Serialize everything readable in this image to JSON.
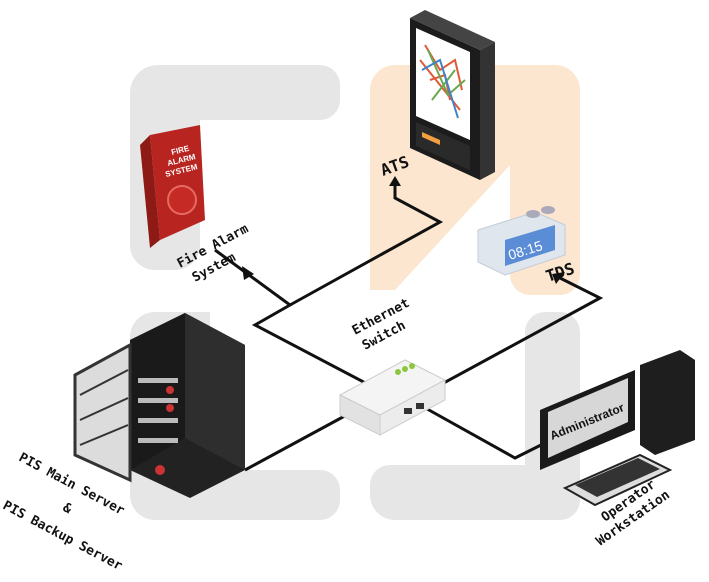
{
  "colors": {
    "background_shape": "#e6e6e7",
    "accent_shape": "#fce6cf",
    "line": "#111111",
    "alarm_red": "#d9302a",
    "switch_led": "#8cc63f"
  },
  "nodes": {
    "ats": {
      "label": "ATS"
    },
    "fire_alarm": {
      "label_line1": "Fire Alarm",
      "label_line2": "System",
      "device_text_line1": "FIRE",
      "device_text_line2": "ALARM",
      "device_text_line3": "SYSTEM"
    },
    "tds": {
      "label": "TDS",
      "clock_display": "08:15"
    },
    "switch": {
      "label_line1": "Ethernet",
      "label_line2": "Switch"
    },
    "servers": {
      "label_line1": "PIS Main Server",
      "label_line2": "&",
      "label_line3": "PIS Backup Server"
    },
    "workstation": {
      "label_line1": "Operator",
      "label_line2": "Workstation",
      "screen_text": "Administrator"
    }
  }
}
